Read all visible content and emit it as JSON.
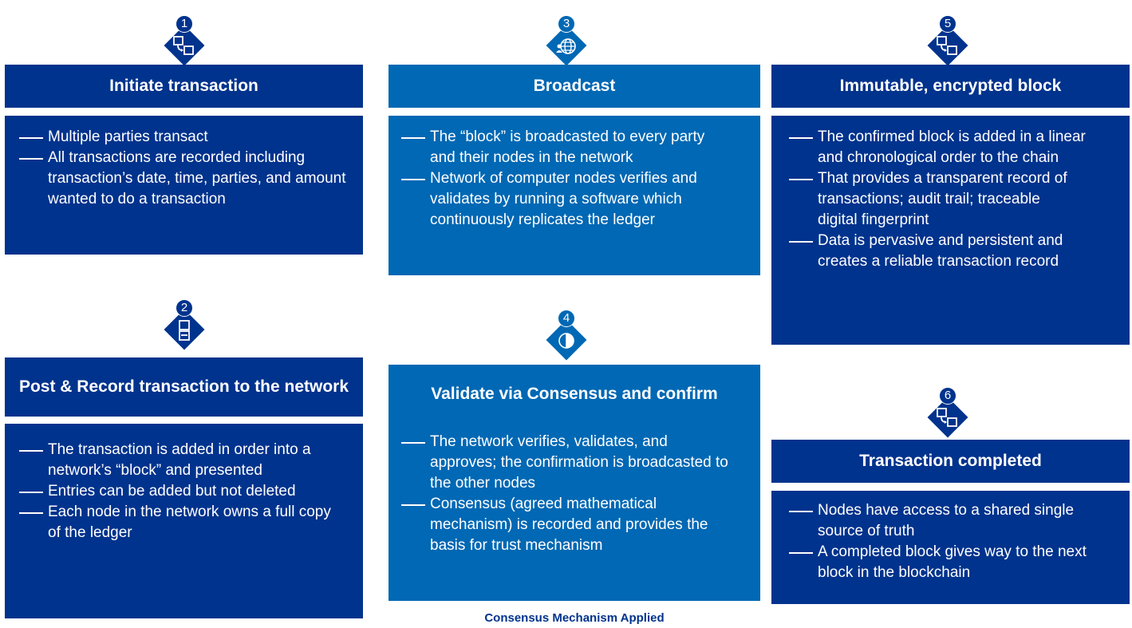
{
  "steps": [
    {
      "number": "1",
      "icon": "transfer-icon",
      "title": "Initiate transaction",
      "bullets": [
        "Multiple parties transact",
        "All transactions are recorded including transaction’s date, time, parties, and amount wanted to do a transaction"
      ]
    },
    {
      "number": "2",
      "icon": "record-icon",
      "title": "Post & Record transaction to the network",
      "bullets": [
        "The transaction is added in order into a network’s “block” and presented",
        "Entries can be added but not deleted",
        "Each node in the network owns a full copy of the ledger"
      ]
    },
    {
      "number": "3",
      "icon": "globe-network-icon",
      "title": "Broadcast",
      "bullets": [
        "The “block” is broadcasted to every party and their nodes in the network",
        "Network of computer nodes verifies and validates by running a software which continuously replicates the ledger"
      ]
    },
    {
      "number": "4",
      "icon": "consensus-icon",
      "title": "Validate via Consensus and confirm",
      "bullets": [
        "The network verifies, validates, and approves; the confirmation is broadcasted to the other nodes",
        "Consensus (agreed mathematical mechanism) is recorded and provides the basis for trust mechanism"
      ]
    },
    {
      "number": "5",
      "icon": "transfer-icon",
      "title": "Immutable, encrypted block",
      "bullets": [
        "The confirmed block is added in a linear and chronological order to the chain",
        "That provides a transparent record of transactions; audit trail; traceable digital fingerprint",
        "Data is pervasive and persistent and creates a reliable transaction record"
      ]
    },
    {
      "number": "6",
      "icon": "transfer-icon",
      "title": "Transaction completed",
      "bullets": [
        "Nodes have access to a shared single source of truth",
        "A completed block gives way to the next block in the blockchain"
      ]
    }
  ],
  "footer_note": "Consensus Mechanism Applied",
  "colors": {
    "dark_blue": "#00338D",
    "medium_blue": "#0068B4",
    "white": "#FFFFFF"
  }
}
